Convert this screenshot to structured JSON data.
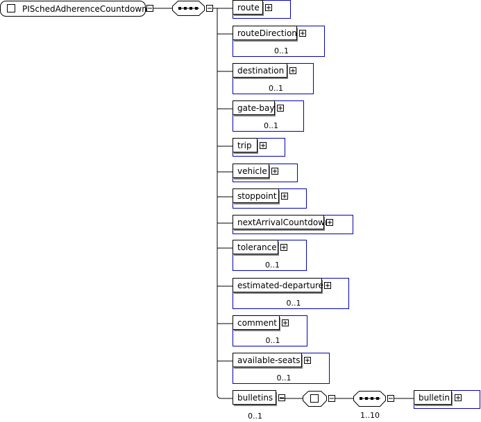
{
  "root": {
    "name": "PISchedAdherenceCountdown"
  },
  "sequence_symbol": "sequence",
  "elements": [
    {
      "name": "route",
      "cardinality": ""
    },
    {
      "name": "routeDirection",
      "cardinality": "0..1"
    },
    {
      "name": "destination",
      "cardinality": "0..1"
    },
    {
      "name": "gate-bay",
      "cardinality": "0..1"
    },
    {
      "name": "trip",
      "cardinality": ""
    },
    {
      "name": "vehicle",
      "cardinality": ""
    },
    {
      "name": "stoppoint",
      "cardinality": ""
    },
    {
      "name": "nextArrivalCountdown",
      "cardinality": ""
    },
    {
      "name": "tolerance",
      "cardinality": "0..1"
    },
    {
      "name": "estimated-departure",
      "cardinality": "0..1"
    },
    {
      "name": "comment",
      "cardinality": "0..1"
    },
    {
      "name": "available-seats",
      "cardinality": "0..1"
    },
    {
      "name": "bulletins",
      "cardinality": "0..1"
    }
  ],
  "bulletins_children": {
    "choice_symbol": "choice",
    "inner_sequence_cardinality": "1..10",
    "child": {
      "name": "bulletin",
      "cardinality": ""
    }
  },
  "colors": {
    "line": "#000000",
    "box_border": "#0000b0",
    "shadow": "#7f7f7f",
    "background": "#ffffff"
  }
}
